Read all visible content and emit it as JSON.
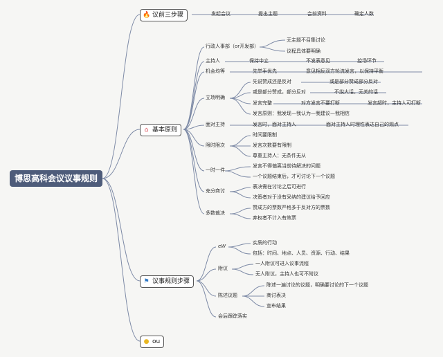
{
  "root": "博思高科会议议事规则",
  "branches": {
    "pre": {
      "label": "议前三步骤",
      "icon": "fire-icon",
      "items": [
        "发起会议",
        "提出主题",
        "会前资料",
        "确定人数"
      ]
    },
    "principles": {
      "label": "基本原则",
      "icon": "home-icon",
      "admin": {
        "label": "行政人事部（or开发部）",
        "children": [
          "无主题不召集讨论",
          "议程具体要明确"
        ]
      },
      "host": {
        "label": "主持人",
        "children": [
          "保持中立",
          "不发表意见",
          "控场环节"
        ]
      },
      "equal": {
        "label": "机会均等",
        "children": [
          "先举手优先",
          "意见相反双方轮流发言，以保持平衡"
        ]
      },
      "clear": {
        "label": "立场明确",
        "r1": [
          "先说赞成还是反对",
          "或是部分赞成部分反对"
        ],
        "r2": [
          "或是部分赞成，部分反对",
          "不說大话，无关的话"
        ],
        "r3": [
          "发言完整",
          "对方发言不要打断",
          "发言超时，主持人可打断"
        ],
        "r4": "发言原则：我发现—我认为—我建议—我相信"
      },
      "face": {
        "label": "面对主持",
        "children": [
          "发言时，面对主持人",
          "面对主持人时理性表达自己的观点"
        ]
      },
      "limit": {
        "label": "限时限次",
        "children": [
          "时间要限制",
          "发言次数要有限制",
          "尊重主持人：无条件无从"
        ]
      },
      "one": {
        "label": "一时一件",
        "children": [
          "发言不得偏离当前待解决的问题",
          "一个议题结束后，才可讨论下一个议题"
        ]
      },
      "full": {
        "label": "充分商讨",
        "children": [
          "表决需在讨论之后可进行",
          "决策者对于没有采纳的建议给予回应"
        ]
      },
      "vote": {
        "label": "多数裁决",
        "children": [
          "赞成方的票数严格多于反对方的票数",
          "弃权者不计入有效票"
        ]
      }
    },
    "steps": {
      "label": "议事规则步骤",
      "icon": "flag-icon",
      "ew": {
        "label": "eW",
        "children": [
          "实质的行动",
          "包括：时间、地点、人员、资源、行动、结果"
        ]
      },
      "attach": {
        "label": "附议",
        "children": [
          "一人附议可进入议事流程",
          "无人附议，主持人也可不附议"
        ]
      },
      "state": {
        "label": "陈述议题",
        "children": [
          "陈述一遍讨论的议题，明确要讨论的下一个议题",
          "商讨表决",
          "宣布结果"
        ]
      },
      "follow": "会后跟踪落实"
    },
    "ou": {
      "label": "ou",
      "icon": "lightbulb-icon"
    }
  },
  "colors": {
    "root_bg": "#4e5c7a",
    "line": "#7d8aa6",
    "fire": "#e25a2a",
    "home": "#d8454f",
    "flag": "#2d78c6",
    "bulb": "#e9b722"
  }
}
